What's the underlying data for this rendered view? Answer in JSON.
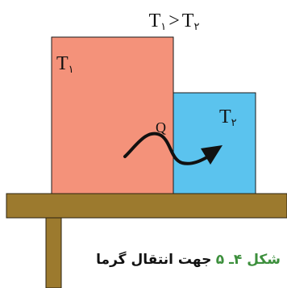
{
  "relation": {
    "left": "T",
    "left_sub": "۱",
    "op": ">",
    "right": "T",
    "right_sub": "۲"
  },
  "hot_block": {
    "label": "T",
    "sub": "۱",
    "color": "#f4927a"
  },
  "cold_block": {
    "label": "T",
    "sub": "۲",
    "color": "#5bc3ee"
  },
  "heat_label": "Q",
  "table_color": "#9c7a2e",
  "caption": {
    "figure": "شکل ۴ـ ۵",
    "text": "جهت انتقال گرما"
  }
}
